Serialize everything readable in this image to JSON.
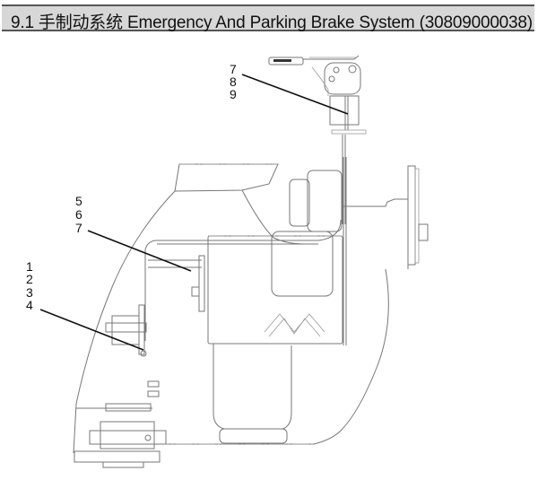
{
  "header": {
    "title": "9.1 手制动系统  Emergency And Parking Brake System (30809000038)"
  },
  "callouts": {
    "top": [
      "7",
      "8",
      "9"
    ],
    "middle": [
      "5",
      "6",
      "7"
    ],
    "left": [
      "1",
      "2",
      "3",
      "4"
    ]
  },
  "colors": {
    "header_bg": "#d7d7d7",
    "header_border": "#555555",
    "line": "#777777",
    "leader": "#111111"
  }
}
